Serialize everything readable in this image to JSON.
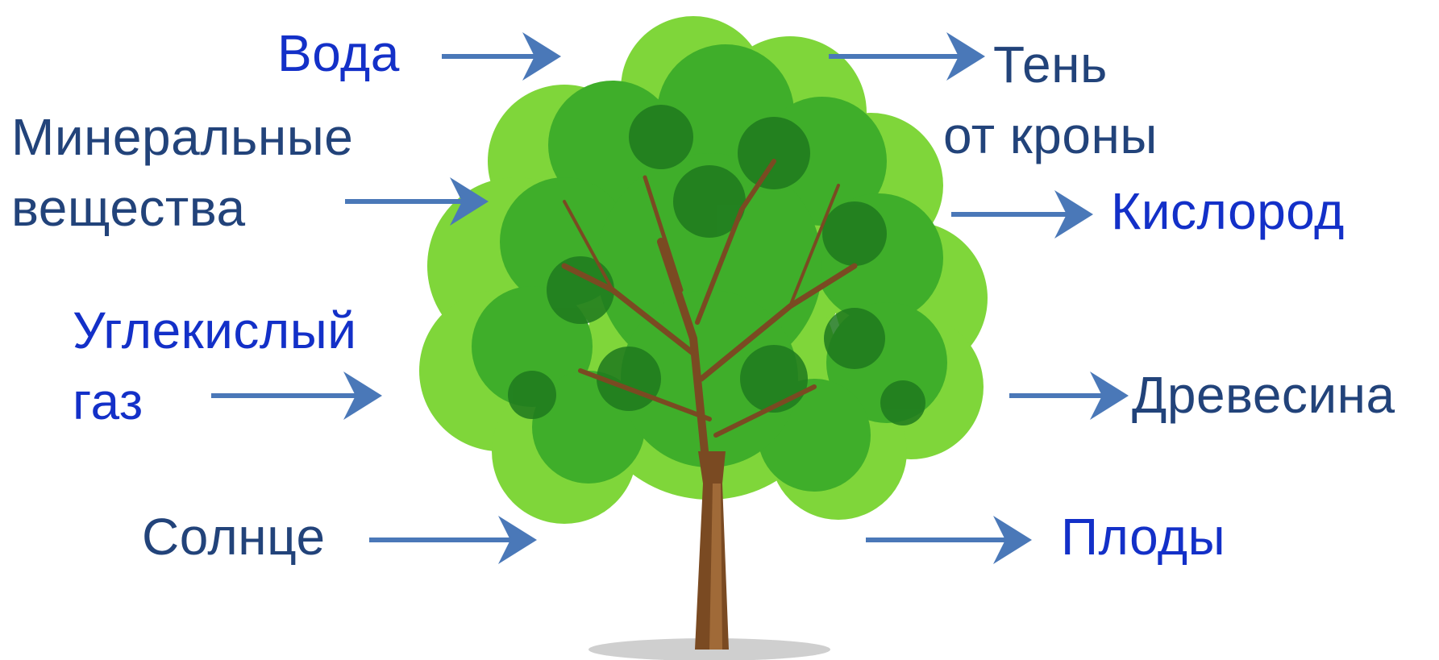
{
  "inputs": {
    "water": "Вода",
    "minerals": [
      "Минеральные",
      "вещества"
    ],
    "co2": [
      "Углекислый",
      "газ"
    ],
    "sun": "Солнце"
  },
  "outputs": {
    "shade": [
      "Тень",
      "от кроны"
    ],
    "oxygen": "Кислород",
    "wood": "Древесина",
    "fruit": "Плоды"
  },
  "colors": {
    "label_bright": "#1330c8",
    "label_dark": "#22437a",
    "arrow": "#4a78b8",
    "leaf_light": "#7fd63a",
    "leaf_mid": "#3fae2a",
    "leaf_dark": "#1f7a1e",
    "trunk": "#7a4a22",
    "shadow": "#d0d0d0"
  },
  "icons": {
    "tree": "deciduous-tree-icon",
    "arrow": "right-arrow-icon"
  }
}
